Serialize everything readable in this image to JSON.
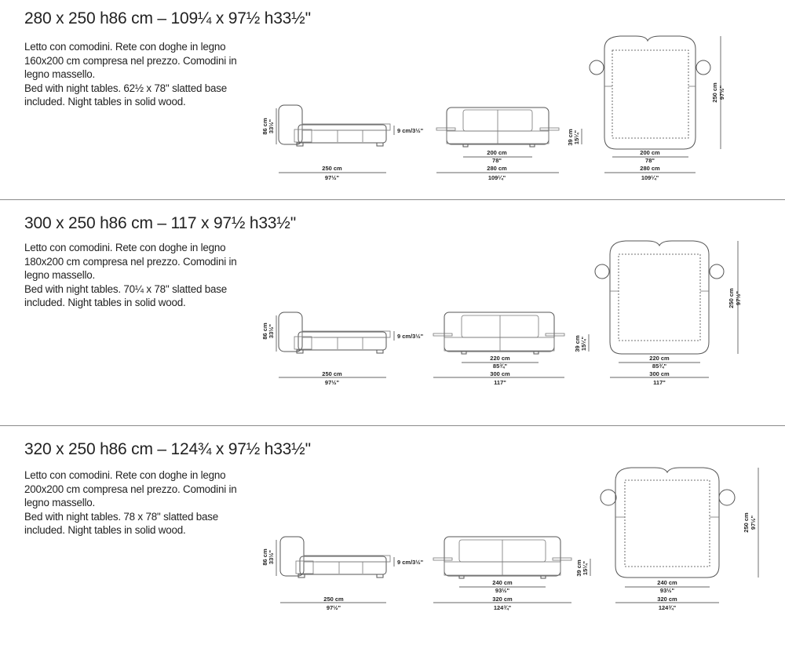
{
  "sections": [
    {
      "title": "280 x 250 h86 cm – 109¼ x 97½ h33½''",
      "desc": [
        "Letto con comodini. Rete con doghe in legno",
        "160x200 cm compresa nel prezzo. Comodini in",
        "legno massello.",
        "Bed with night tables. 62½ x 78'' slatted base",
        "included. Night tables in solid wood."
      ],
      "side": {
        "height_cm": "86 cm",
        "height_in": "33½\"",
        "length_cm": "250 cm",
        "length_in": "97½\""
      },
      "front": {
        "table_cm": "9 cm/3½\"",
        "base_cm": "200 cm",
        "base_in": "78\"",
        "width_cm": "280 cm",
        "width_in": "109¼\"",
        "h_cm": "39 cm",
        "h_in": "15¼\""
      },
      "top": {
        "len_cm": "250 cm",
        "len_in": "97½\"",
        "base_cm": "200 cm",
        "base_in": "78\"",
        "width_cm": "280 cm",
        "width_in": "109¼\""
      }
    },
    {
      "title": "300 x 250 h86 cm – 117 x 97½ h33½''",
      "desc": [
        "Letto con comodini. Rete con doghe in legno",
        "180x200 cm compresa nel prezzo. Comodini in",
        "legno massello.",
        "Bed with night tables. 70¼ x 78'' slatted base",
        "included. Night tables in solid wood."
      ],
      "side": {
        "height_cm": "86 cm",
        "height_in": "33½\"",
        "length_cm": "250 cm",
        "length_in": "97½\""
      },
      "front": {
        "table_cm": "9 cm/3½\"",
        "base_cm": "220 cm",
        "base_in": "85¾\"",
        "width_cm": "300 cm",
        "width_in": "117\"",
        "h_cm": "39 cm",
        "h_in": "15¼\""
      },
      "top": {
        "len_cm": "250 cm",
        "len_in": "97½\"",
        "base_cm": "220 cm",
        "base_in": "85¾\"",
        "width_cm": "300 cm",
        "width_in": "117\""
      }
    },
    {
      "title": "320 x 250 h86 cm – 124¾ x 97½ h33½''",
      "desc": [
        "Letto con comodini. Rete con doghe in legno",
        "200x200 cm compresa nel prezzo. Comodini in",
        "legno massello.",
        "Bed with night tables. 78 x 78'' slatted base",
        "included. Night tables in solid wood."
      ],
      "side": {
        "height_cm": "86 cm",
        "height_in": "33½\"",
        "length_cm": "250 cm",
        "length_in": "97½\""
      },
      "front": {
        "table_cm": "9 cm/3½\"",
        "base_cm": "240 cm",
        "base_in": "93½\"",
        "width_cm": "320 cm",
        "width_in": "124¾\"",
        "h_cm": "39 cm",
        "h_in": "15¼\""
      },
      "top": {
        "len_cm": "250 cm",
        "len_in": "97½\"",
        "base_cm": "240 cm",
        "base_in": "93½\"",
        "width_cm": "320 cm",
        "width_in": "124¾\""
      }
    }
  ]
}
